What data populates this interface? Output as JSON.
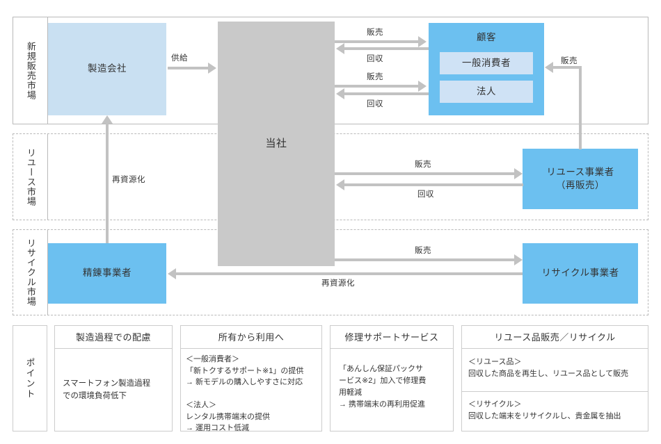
{
  "markets": [
    {
      "label": "新規販売市場",
      "style": "solid"
    },
    {
      "label": "リユース市場",
      "style": "dashed"
    },
    {
      "label": "リサイクル市場",
      "style": "dashed"
    }
  ],
  "entities": {
    "manufacturer": "製造会社",
    "company": "当社",
    "customer": "顧客",
    "customer_consumer": "一般消費者",
    "customer_corporate": "法人",
    "reuse_operator": "リユース事業者\n（再販売）",
    "reuse_operator_line1": "リユース事業者",
    "reuse_operator_line2": "（再販売）",
    "refiner": "精錬事業者",
    "recycler": "リサイクル事業者"
  },
  "flows": {
    "supply": "供給",
    "sale": "販売",
    "collect": "回収",
    "resource": "再資源化"
  },
  "arrow_labels": {
    "supply": "供給",
    "sale_consumer": "販売",
    "collect_consumer": "回収",
    "sale_corporate": "販売",
    "collect_corporate": "回収",
    "sale_reuse_to_customer": "販売",
    "sale_reuse": "販売",
    "collect_reuse": "回収",
    "sale_recycle": "販売",
    "resource_recycle": "再資源化",
    "resource_refine": "再資源化"
  },
  "points": {
    "label": "ポイント",
    "columns": [
      {
        "title": "製造過程での配慮",
        "body": "スマートフォン製造過程\nでの環境負荷低下",
        "split": false
      },
      {
        "title": "所有から利用へ",
        "body": "＜一般消費者＞\n「新トクするサポート※1」の提供\n→ 新モデルの購入しやすさに対応\n\n＜法人＞\nレンタル携帯端末の提供\n→ 運用コスト低減",
        "split": false
      },
      {
        "title": "修理サポートサービス",
        "body": "「あんしん保証パックサ\nービス※2」加入で修理費\n用軽減\n→ 携帯端末の再利用促進",
        "split": false
      },
      {
        "title": "リユース品販売／リサイクル",
        "body_top": "＜リユース品＞\n回収した商品を再生し、リユース品として販売",
        "body_bottom": "＜リサイクル＞\n回収した端末をリサイクルし、貴金属を抽出",
        "split": true
      }
    ]
  },
  "colors": {
    "light_blue": "#c9e0f2",
    "mid_blue": "#6cc0f0",
    "inner_light_blue": "#cfe2f5",
    "gray_box": "#c9c9c9",
    "arrow_gray": "#c2c2c2",
    "border_gray": "#b9b9b9",
    "text": "#333333"
  }
}
